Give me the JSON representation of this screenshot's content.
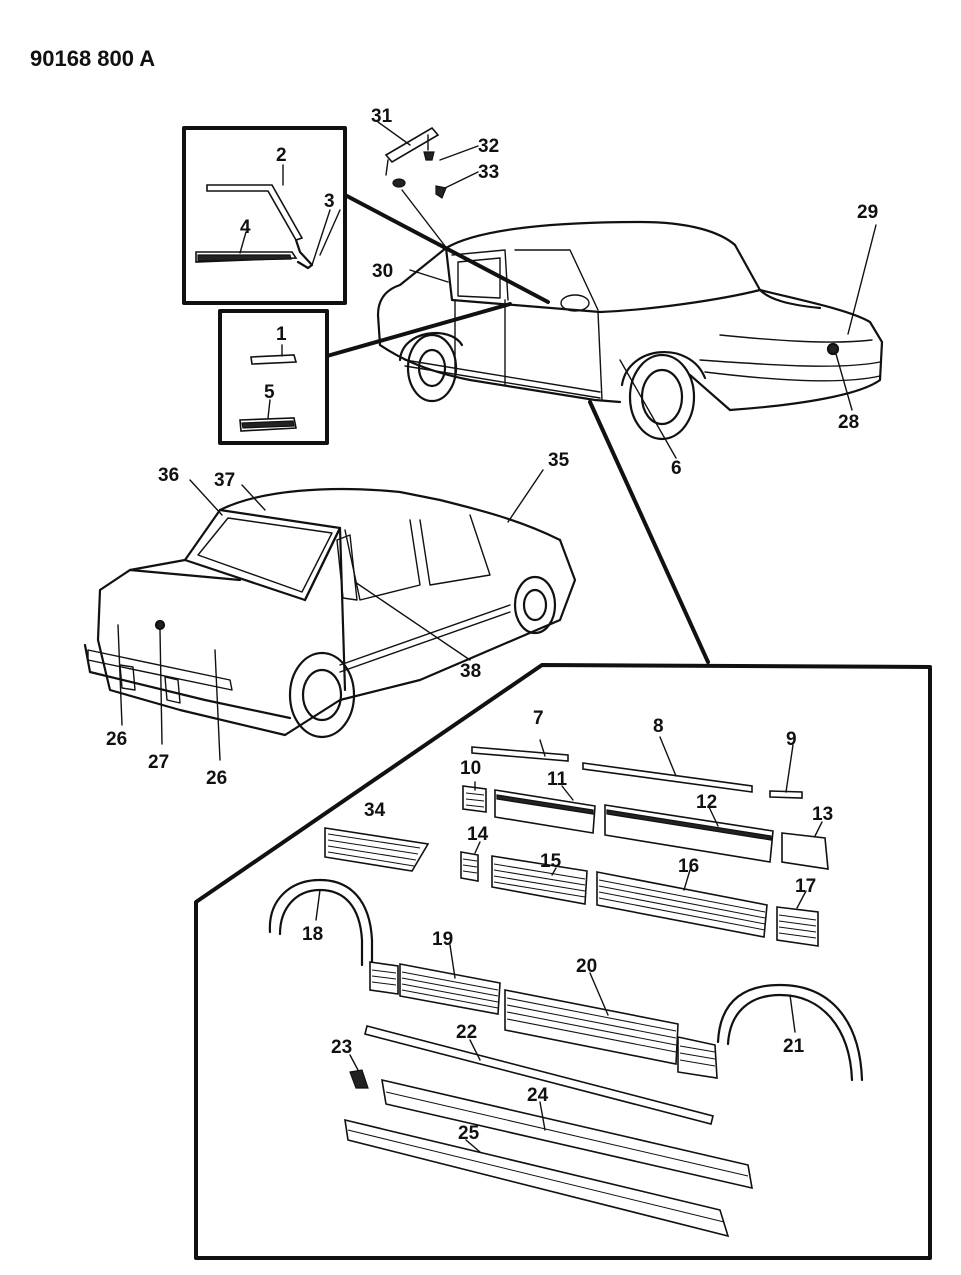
{
  "header": {
    "code": "90168 800 A"
  },
  "callouts": [
    "1",
    "2",
    "3",
    "4",
    "5",
    "6",
    "7",
    "8",
    "9",
    "10",
    "11",
    "12",
    "13",
    "14",
    "15",
    "16",
    "17",
    "18",
    "19",
    "20",
    "21",
    "22",
    "23",
    "24",
    "25",
    "26",
    "27",
    "28",
    "29",
    "30",
    "31",
    "32",
    "33",
    "34",
    "35",
    "36",
    "37",
    "38"
  ],
  "second_26": "26"
}
